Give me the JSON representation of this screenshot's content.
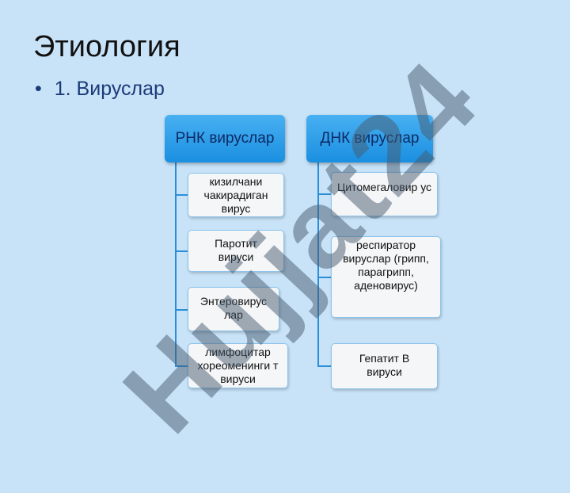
{
  "title": "Этиология",
  "bullet": {
    "marker": "•",
    "text": "1. Вируслар"
  },
  "rna": {
    "header": "РНК вируслар",
    "items": [
      "кизилчани чакирадиган вирус",
      "Паротит вируси",
      "Энтеровирус лар",
      "лимфоцитар хореоменинги т вируси"
    ]
  },
  "dna": {
    "header": "ДНК вируслар",
    "items": [
      "Цитомегаловир ус",
      "респиратор вируслар (грипп, парагрипп, аденовирус)",
      "Гепатит В вируси"
    ]
  },
  "watermark": "Hujjat24"
}
